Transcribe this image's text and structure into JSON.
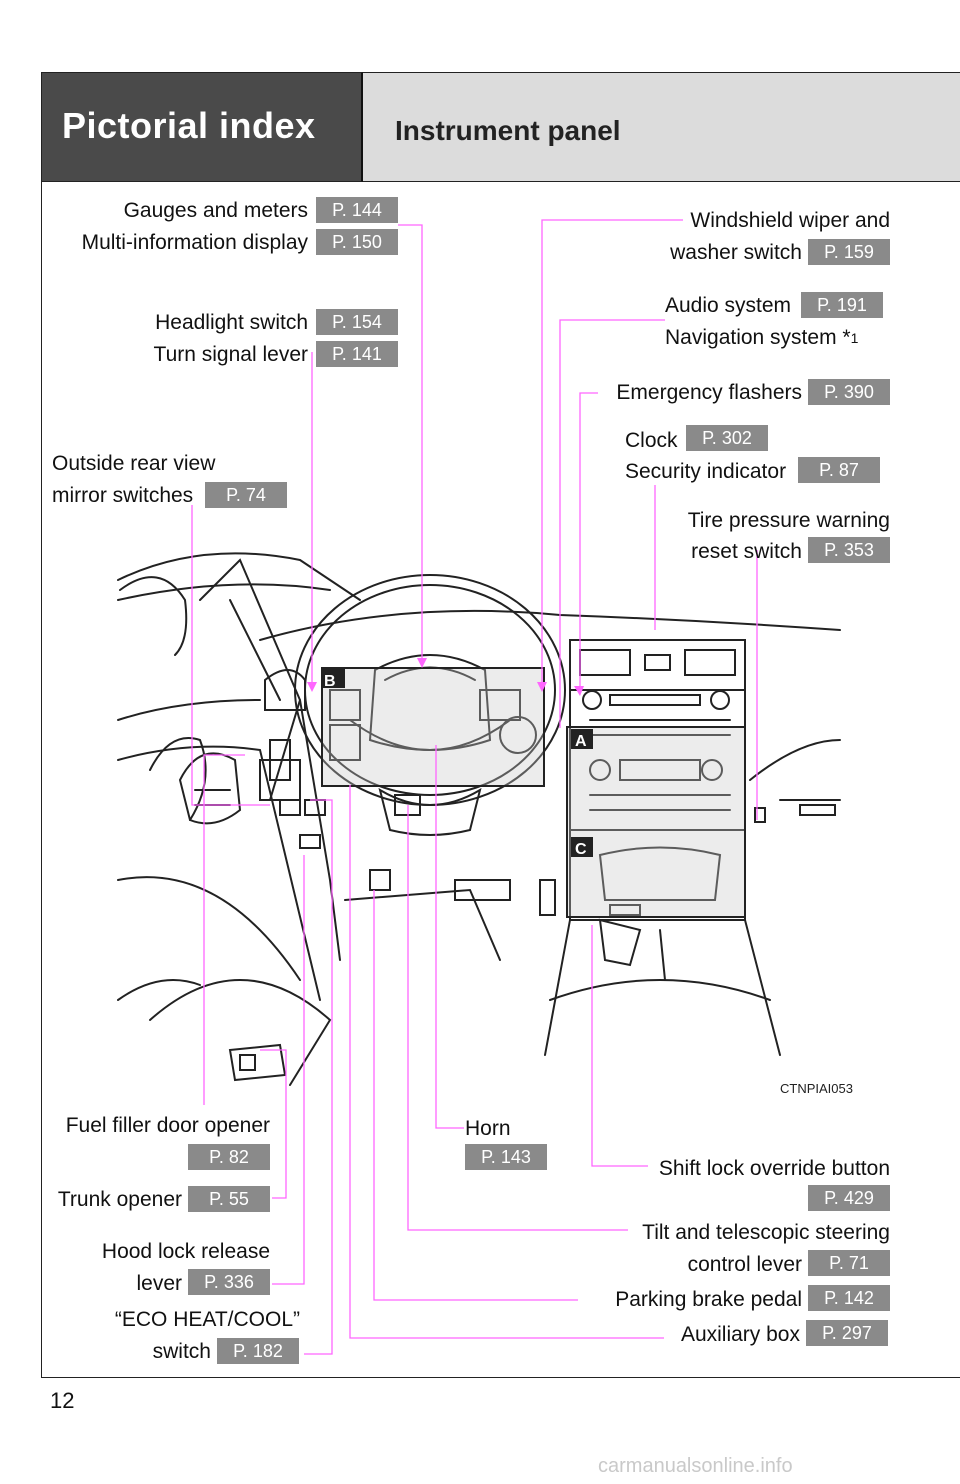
{
  "header": {
    "section": "Pictorial index",
    "title": "Instrument panel"
  },
  "labels": {
    "gauges": "Gauges and meters",
    "gauges_page": "P. 144",
    "multi": "Multi-information display",
    "multi_page": "P. 150",
    "headlight": "Headlight switch",
    "headlight_page": "P. 154",
    "turn": "Turn signal lever",
    "turn_page": "P. 141",
    "outside_line1": "Outside rear view",
    "outside_line2": "mirror switches",
    "outside_page": "P. 74",
    "wiper_line1": "Windshield wiper and",
    "wiper_line2": "washer switch",
    "wiper_page": "P. 159",
    "audio": "Audio system",
    "audio_page": "P. 191",
    "nav": "Navigation system",
    "nav_mark": "*",
    "nav_sup": "1",
    "flashers": "Emergency flashers",
    "flashers_page": "P. 390",
    "clock": "Clock",
    "clock_page": "P. 302",
    "security": "Security indicator",
    "security_page": "P. 87",
    "tire_line1": "Tire pressure warning",
    "tire_line2": "reset switch",
    "tire_page": "P. 353",
    "fuel": "Fuel filler door opener",
    "fuel_page": "P. 82",
    "trunk": "Trunk opener",
    "trunk_page": "P. 55",
    "hood_line1": "Hood lock release",
    "hood_line2": "lever",
    "hood_page": "P. 336",
    "eco_line1": "“ECO HEAT/COOL”",
    "eco_line2": "switch",
    "eco_page": "P. 182",
    "horn": "Horn",
    "horn_page": "P. 143",
    "shift": "Shift lock override button",
    "shift_page": "P. 429",
    "tilt_line1": "Tilt and telescopic steering",
    "tilt_line2": "control lever",
    "tilt_page": "P. 71",
    "parking": "Parking brake pedal",
    "parking_page": "P. 142",
    "aux": "Auxiliary box",
    "aux_page": "P. 297"
  },
  "markers": {
    "a": "A",
    "b": "B",
    "c": "C"
  },
  "image_code": "CTNPIAI053",
  "page_number": "12",
  "watermark": "carmanualsonline.info",
  "colors": {
    "leader": "#ff66ff",
    "page_tag": "#8a8a8a",
    "header_dark": "#4a4a4a",
    "header_light": "#dcdcdc"
  }
}
